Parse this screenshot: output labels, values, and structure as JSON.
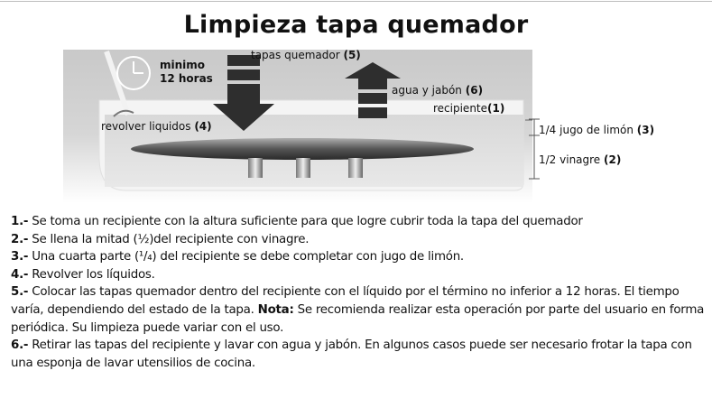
{
  "title": "Limpieza tapa quemador",
  "figure": {
    "clock_text": [
      "minimo",
      "12 horas"
    ],
    "labels": {
      "tapas": {
        "text": "tapas quemador ",
        "num": "(5)"
      },
      "agua": {
        "text": "agua y jabón ",
        "num": "(6)"
      },
      "recipiente": {
        "text": "recipiente",
        "num": "(1)"
      },
      "revolver": {
        "text": "revolver liquidos ",
        "num": "(4)"
      },
      "limon": {
        "text": "1/4 jugo de limón ",
        "num": "(3)"
      },
      "vinagre": {
        "text": "1/2 vinagre ",
        "num": "(2)"
      }
    }
  },
  "steps": [
    {
      "num": "1.-",
      "text": " Se toma un recipiente con la altura suficiente para que logre cubrir toda la tapa del quemador"
    },
    {
      "num": "2.-",
      "text": " Se llena la mitad (½)del recipiente con vinagre."
    },
    {
      "num": "3.-",
      "text": " Una cuarta parte (¹/₄) del recipiente se debe completar con jugo de limón."
    },
    {
      "num": "4.-",
      "text": " Revolver los líquidos."
    },
    {
      "num": "5.-",
      "text": " Colocar las tapas quemador dentro  del recipiente con el líquido por el término no inferior a 12 horas. El tiempo varía, dependiendo del estado de la tapa. ",
      "bold": "Nota:",
      "after": " Se recomienda realizar esta operación por parte del usuario en forma periódica. Su limpieza puede variar con el uso."
    },
    {
      "num": "6.-",
      "text": " Retirar las tapas del recipiente y lavar con agua y jabón. En algunos casos puede ser necesario frotar la tapa con una esponja de lavar utensilios de cocina."
    }
  ]
}
